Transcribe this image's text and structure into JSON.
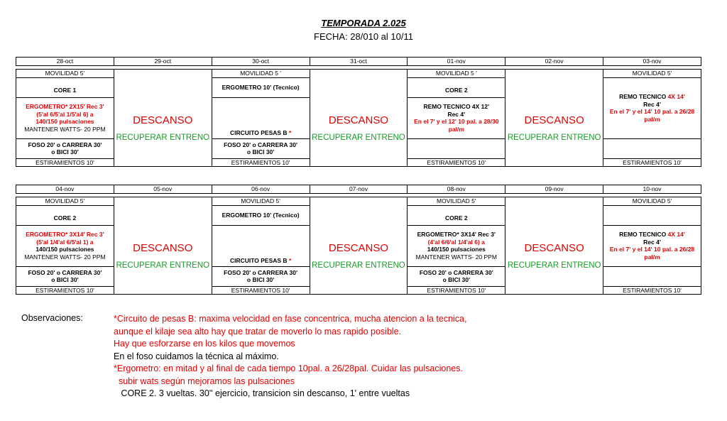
{
  "title": "TEMPORADA 2.025",
  "subtitle": "FECHA: 28/010 al 10/11",
  "weeks": [
    {
      "dates": [
        "28-oct",
        "29-oct",
        "30-oct",
        "31-oct",
        "01-nov",
        "02-nov",
        "03-nov"
      ],
      "mon": {
        "movilidad": "MOVILIDAD 5'",
        "main": "CORE 1",
        "ergo_a": "ERGOMETRO",
        "ergo_b": "* 2X15' Rec 3'",
        "ergo_c": "(5'al 6/5'al 1/5'al 6) a",
        "ergo_d": "140/150 pulsaciones",
        "watts": "MANTENER WATTS- 20 PPM",
        "foso1": "FOSO 20' o CARRERA 30'",
        "foso2": "o BICI 30'",
        "estir": "ESTIRAMIENTOS 10'"
      },
      "wed": {
        "movilidad": "MOVILIDAD 5 '",
        "main": "ERGOMETRO 10'  (Tecnico)",
        "circ": "CIRCUITO PESAS B",
        "circ_star": " *",
        "foso1": "FOSO 20' o CARRERA 30'",
        "foso2": "o BICI 30'",
        "estir": "ESTIRAMIENTOS 10'"
      },
      "fri": {
        "movilidad": "MOVILIDAD 5 '",
        "main": "CORE 2",
        "remo": "REMO TECNICO 4X 12'",
        "rec": "Rec 4'",
        "note": "En el 7' y el 12' 10 pal. a 28/30 pal/m",
        "estir": "ESTIRAMIENTOS 10'"
      },
      "sun": {
        "movilidad": "MOVILIDAD 5'",
        "remo_a": "REMO TECNICO ",
        "remo_b": "4X 14'",
        "rec": "Rec 4'",
        "note": "En el 7' y el 14' 10 pal. a 26/28 pal/m",
        "estir": "ESTIRAMIENTOS 10'"
      }
    },
    {
      "dates": [
        "04-nov",
        "05-nov",
        "06-nov",
        "07-nov",
        "08-nov",
        "09-nov",
        "10-nov"
      ],
      "mon": {
        "movilidad": "MOVILIDAD 5'",
        "main": "CORE 2",
        "ergo_a": "ERGOMETRO",
        "ergo_b": "* 3X14' Rec 3'",
        "ergo_c": "(5'al 1/4'al 6/5'al 1) a",
        "ergo_d": "140/150 pulsaciones",
        "watts": "MANTENER WATTS- 20 PPM",
        "foso1": "FOSO 20' o CARRERA 30'",
        "foso2": "o BICI 30'",
        "estir": "ESTIRAMIENTOS 10'"
      },
      "wed": {
        "movilidad": "MOVILIDAD 5'",
        "main": "ERGOMETRO 10'  (Tecnico)",
        "circ": "CIRCUITO PESAS B",
        "circ_star": " *",
        "foso1": "FOSO 20' o CARRERA 30'",
        "foso2": "o BICI 30'",
        "estir": "ESTIRAMIENTOS 10'"
      },
      "fri": {
        "movilidad": "MOVILIDAD 5'",
        "main": "CORE 2",
        "ergo_a": "ERGOMETRO",
        "ergo_b": "* 3X14' Rec 3'",
        "ergo_c": "(4'al 6/6'al 1/4'al 6) a",
        "ergo_d": "140/150 pulsaciones",
        "watts": "MANTENER WATTS- 20 PPM",
        "foso1": "FOSO 20' o CARRERA 30'",
        "foso2": "o BICI 30'",
        "estir": "ESTIRAMIENTOS 10'"
      },
      "sun": {
        "movilidad": "MOVILIDAD 5'",
        "remo_a": "REMO TECNICO ",
        "remo_b": "4X 14'",
        "rec": "Rec 4'",
        "note": "En el 7' y el 14' 10 pal. a 26/28 pal/m",
        "estir": "ESTIRAMIENTOS 10'"
      }
    }
  ],
  "rest": {
    "descanso": "DESCANSO",
    "recuperar": "RECUPERAR  ENTRENO"
  },
  "observations": {
    "label": "Observaciones:",
    "lines": [
      "*Circuito de pesas B: maxima velocidad en fase concentrica, mucha atencion a la tecnica,",
      "aunque el kilaje sea alto hay que tratar de moverlo lo mas rapido posible.",
      "Hay que esforzarse en los kilos que movemos",
      "En el foso cuidamos la técnica al máximo.",
      "*Ergometro: en mitad y al final de cada tiempo 10pal. a 26/28pal. Cuidar las pulsaciones.",
      "  subir wats según mejoramos las pulsaciones",
      "   CORE 2. 3 vueltas. 30'' ejercicio, transicion sin descanso, 1' entre vueltas"
    ]
  },
  "colors": {
    "red": "#e60000",
    "green": "#1a9a2a"
  }
}
